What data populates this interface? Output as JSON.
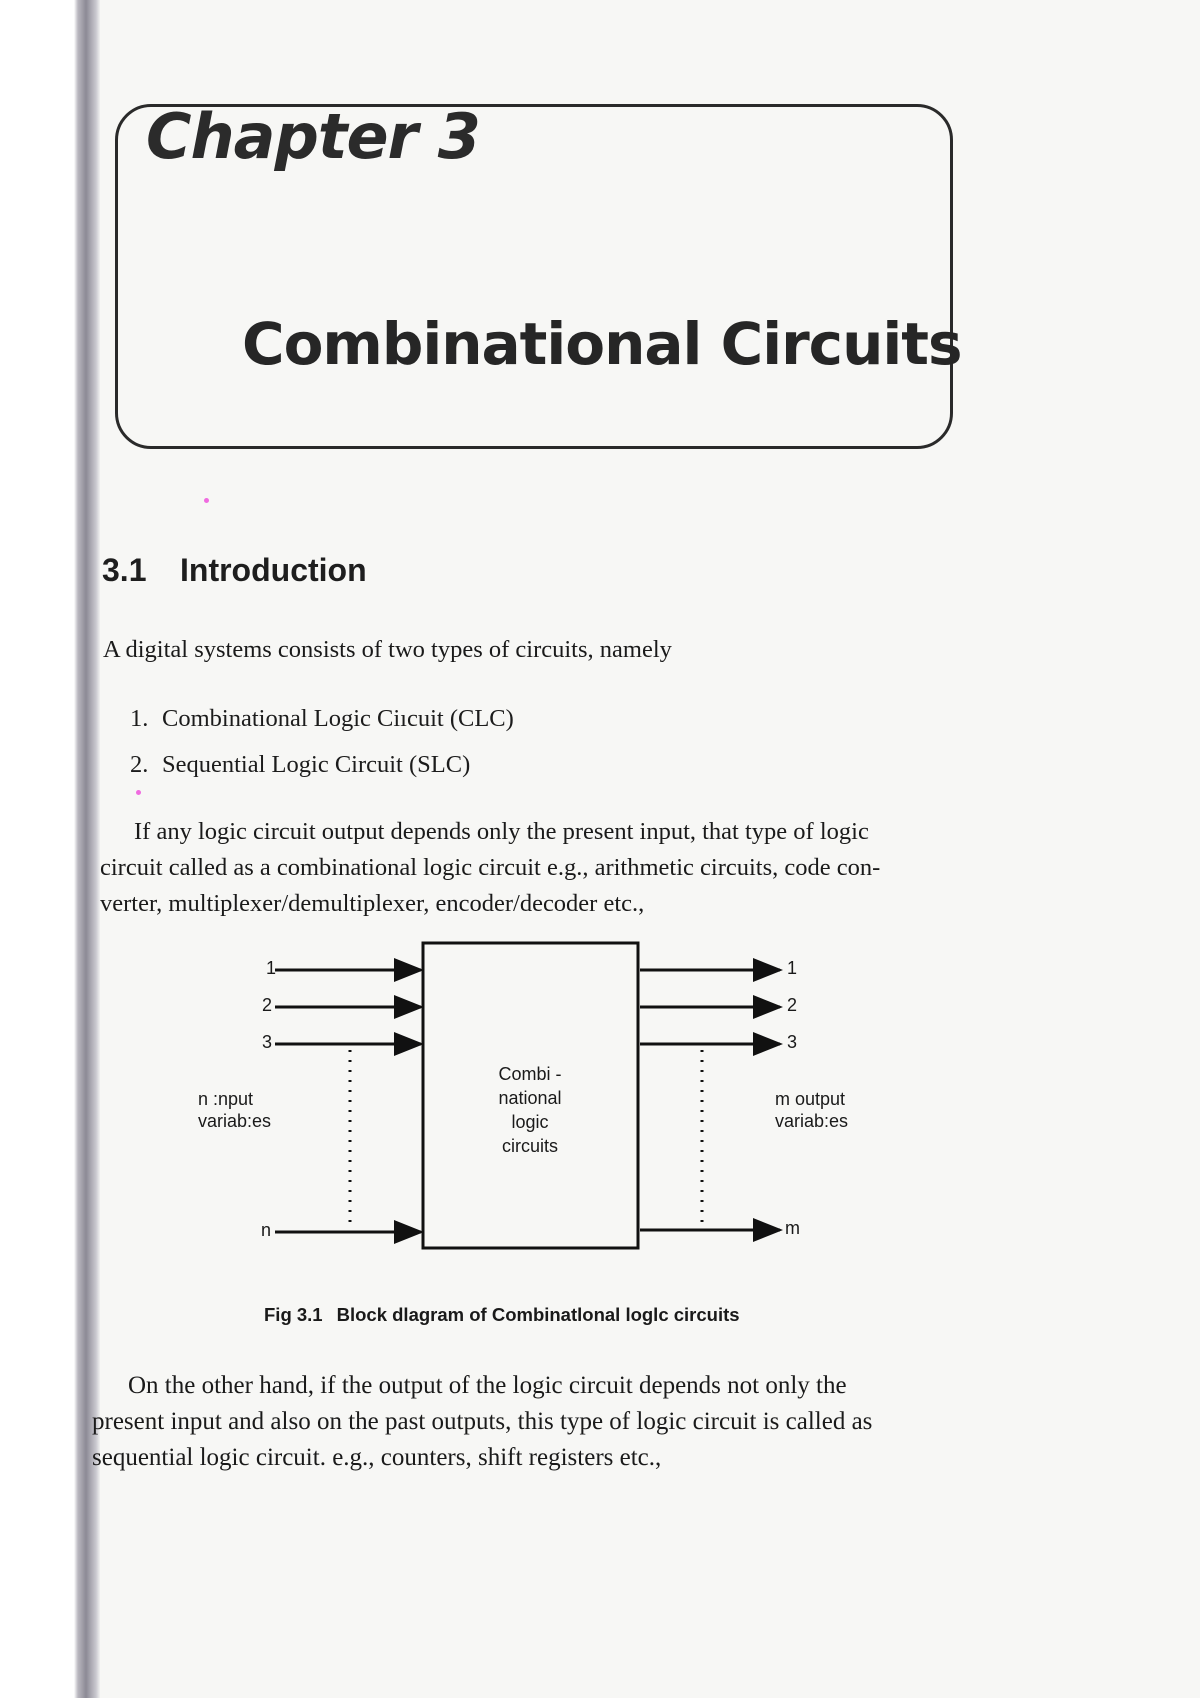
{
  "chapter": {
    "label": "Chapter 3",
    "title": "Combinational Circuits"
  },
  "section": {
    "number": "3.1",
    "title": "Introduction"
  },
  "intro_text": "A digital systems consists of two types of circuits, namely",
  "list": [
    {
      "num": "1.",
      "text": "Combinational Logic Ciıcuit (CLC)"
    },
    {
      "num": "2.",
      "text": "Sequential Logic Circuit (SLC)"
    }
  ],
  "paragraph_1": {
    "line1": "If any logic circuit output depends only the present input, that type of logic",
    "line2": "circuit called as a combinational logic circuit e.g., arithmetic circuits, code con-",
    "line3": "verter, multiplexer/demultiplexer, encoder/decoder etc.,"
  },
  "figure": {
    "inputs": [
      "1",
      "2",
      "3",
      "n"
    ],
    "outputs": [
      "1",
      "2",
      "3",
      "m"
    ],
    "input_label": [
      "n :nput",
      "variab:es"
    ],
    "output_label": [
      "m output",
      "variab:es"
    ],
    "block_label": [
      "Combi -",
      "national",
      "logic",
      "circuits"
    ],
    "caption_number": "Fig  3.1",
    "caption_text": "Block dlagram of Combinatlonal loglc circuits"
  },
  "paragraph_2": {
    "line1": "On the other hand, if the output of the logic circuit depends not only the",
    "line2": "present input and also on the past outputs, this type of logic circuit is called as",
    "line3": "sequential logic circuit. e.g., counters, shift registers etc.,"
  }
}
